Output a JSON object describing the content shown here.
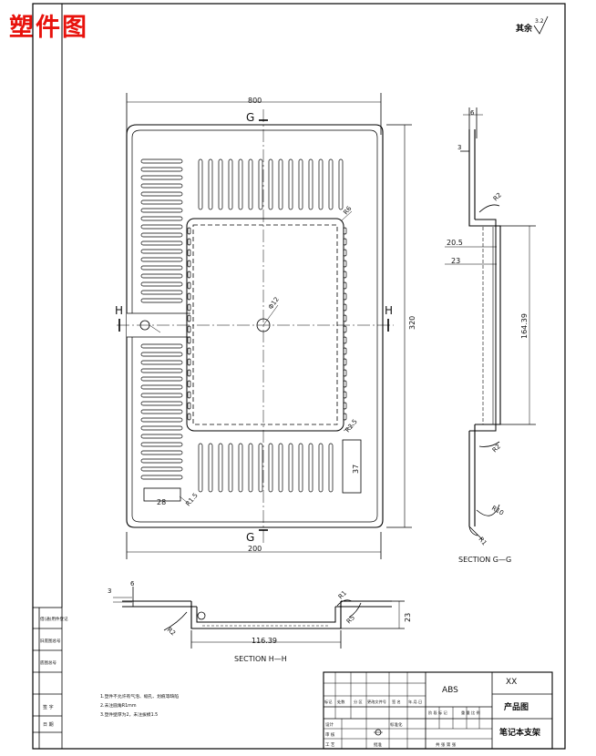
{
  "heading": "塑件图",
  "corner_note": "其余",
  "roughness_value": "3.2",
  "top_view": {
    "dim_top": "800",
    "dim_bottom": "200",
    "dim_height": "320",
    "dim_hole": "Φ12",
    "dim_small_r": "R6",
    "dim_inner_r": "R2.5",
    "dim_slot_w": "28",
    "dim_slot_r": "R1.5",
    "dim_slot_h": "37",
    "section_g_label": "G",
    "section_h_label": "H"
  },
  "section_gg": {
    "dim_6": "6",
    "dim_3": "3",
    "dim_r2": "R2",
    "dim_205": "20.5",
    "dim_23": "23",
    "dim_16439": "164.39",
    "dim_r2b": "R2",
    "dim_r10": "R10",
    "dim_r1": "R1",
    "caption": "SECTION G—G"
  },
  "section_hh": {
    "dim_3": "3",
    "dim_6": "6",
    "dim_r2": "R2",
    "dim_r5": "R5",
    "dim_r1": "R1",
    "dim_23": "23",
    "dim_width": "116.39",
    "caption": "SECTION H—H"
  },
  "side_labels": [
    "借(通)用件登记",
    "旧底图总号",
    "底图总号",
    "签 字",
    "日 期"
  ],
  "notes": [
    "1.塑件不允许有气泡、缩孔、划痕等缺陷",
    "2.未注圆角R1mm",
    "3.塑件壁厚为2，未注拔模1.5"
  ],
  "title_block": {
    "material": "ABS",
    "mark": "XX",
    "product_label": "产品图",
    "name": "笔记本支架",
    "row_marks": [
      "标记",
      "处数",
      "分 区",
      "更改文件号",
      "签 名",
      "年.月.日"
    ],
    "stage_labels": "阶 段 标 记",
    "weight_scale": "重 量  比 例",
    "row_design": [
      "设计",
      "标准化"
    ],
    "row_review": [
      "审 核"
    ],
    "row_craft": [
      "工 艺",
      "批准"
    ],
    "sheet_info": "共  张  第  张"
  }
}
